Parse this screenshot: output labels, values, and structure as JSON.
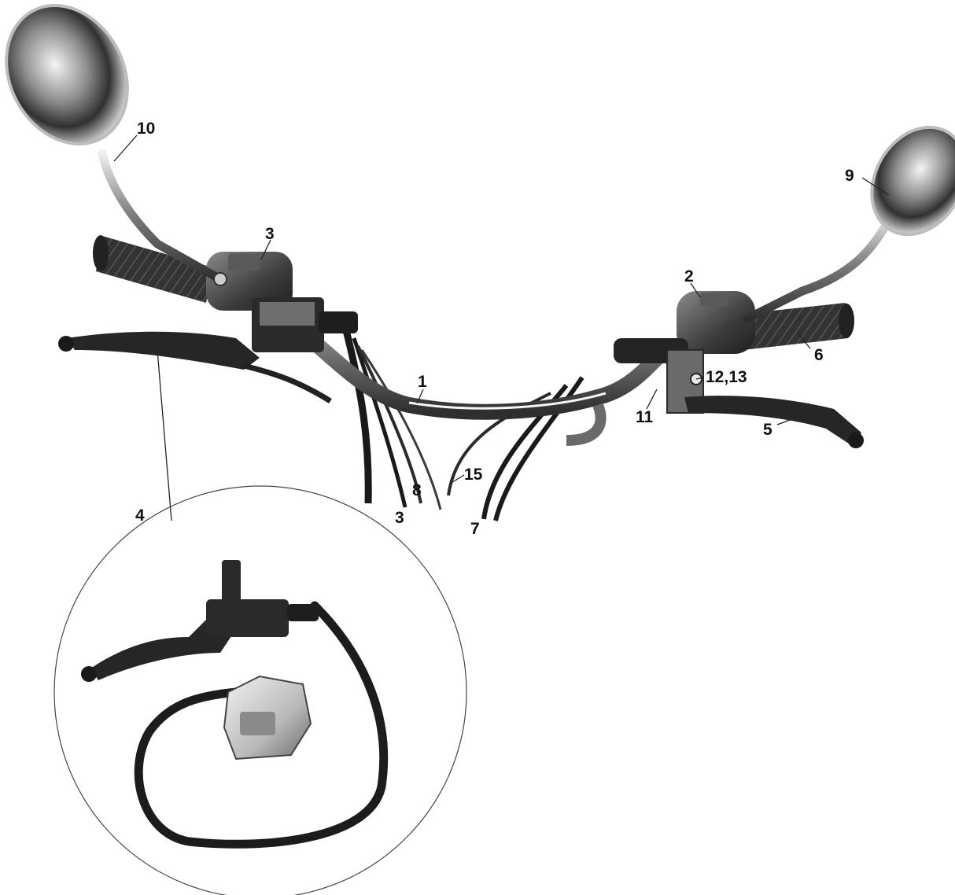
{
  "colors": {
    "background": "#ffffff",
    "chrome_light": "#e6e6e6",
    "chrome_mid": "#9a9a9a",
    "chrome_dark": "#3a3a3a",
    "rubber": "#2b2b2b",
    "cable": "#1a1a1a",
    "label": "#111111",
    "caliper": "#cfcfcf"
  },
  "callouts": {
    "c1": "1",
    "c2": "2",
    "c3_switch": "3",
    "c3_cable": "3",
    "c4": "4",
    "c5": "5",
    "c6": "6",
    "c7": "7",
    "c8": "8",
    "c9": "9",
    "c10": "10",
    "c11": "11",
    "c12_13": "12,13",
    "c15": "15"
  },
  "parts": [
    {
      "id": "handlebar",
      "icon": "handlebar-icon"
    },
    {
      "id": "right-switch",
      "icon": "switch-housing-icon"
    },
    {
      "id": "left-switch",
      "icon": "switch-housing-icon"
    },
    {
      "id": "brake-master-cylinder-assembly",
      "icon": "brake-assembly-icon"
    },
    {
      "id": "brake-lever-right",
      "icon": "lever-icon"
    },
    {
      "id": "grip",
      "icon": "grip-icon"
    },
    {
      "id": "throttle-cable",
      "icon": "cable-icon"
    },
    {
      "id": "cable",
      "icon": "cable-icon"
    },
    {
      "id": "mirror-right",
      "icon": "mirror-icon"
    },
    {
      "id": "mirror-left",
      "icon": "mirror-icon"
    },
    {
      "id": "lever-bracket",
      "icon": "bracket-icon"
    },
    {
      "id": "bolt-nut",
      "icon": "bolt-icon"
    },
    {
      "id": "brake-hose",
      "icon": "hose-icon"
    }
  ]
}
